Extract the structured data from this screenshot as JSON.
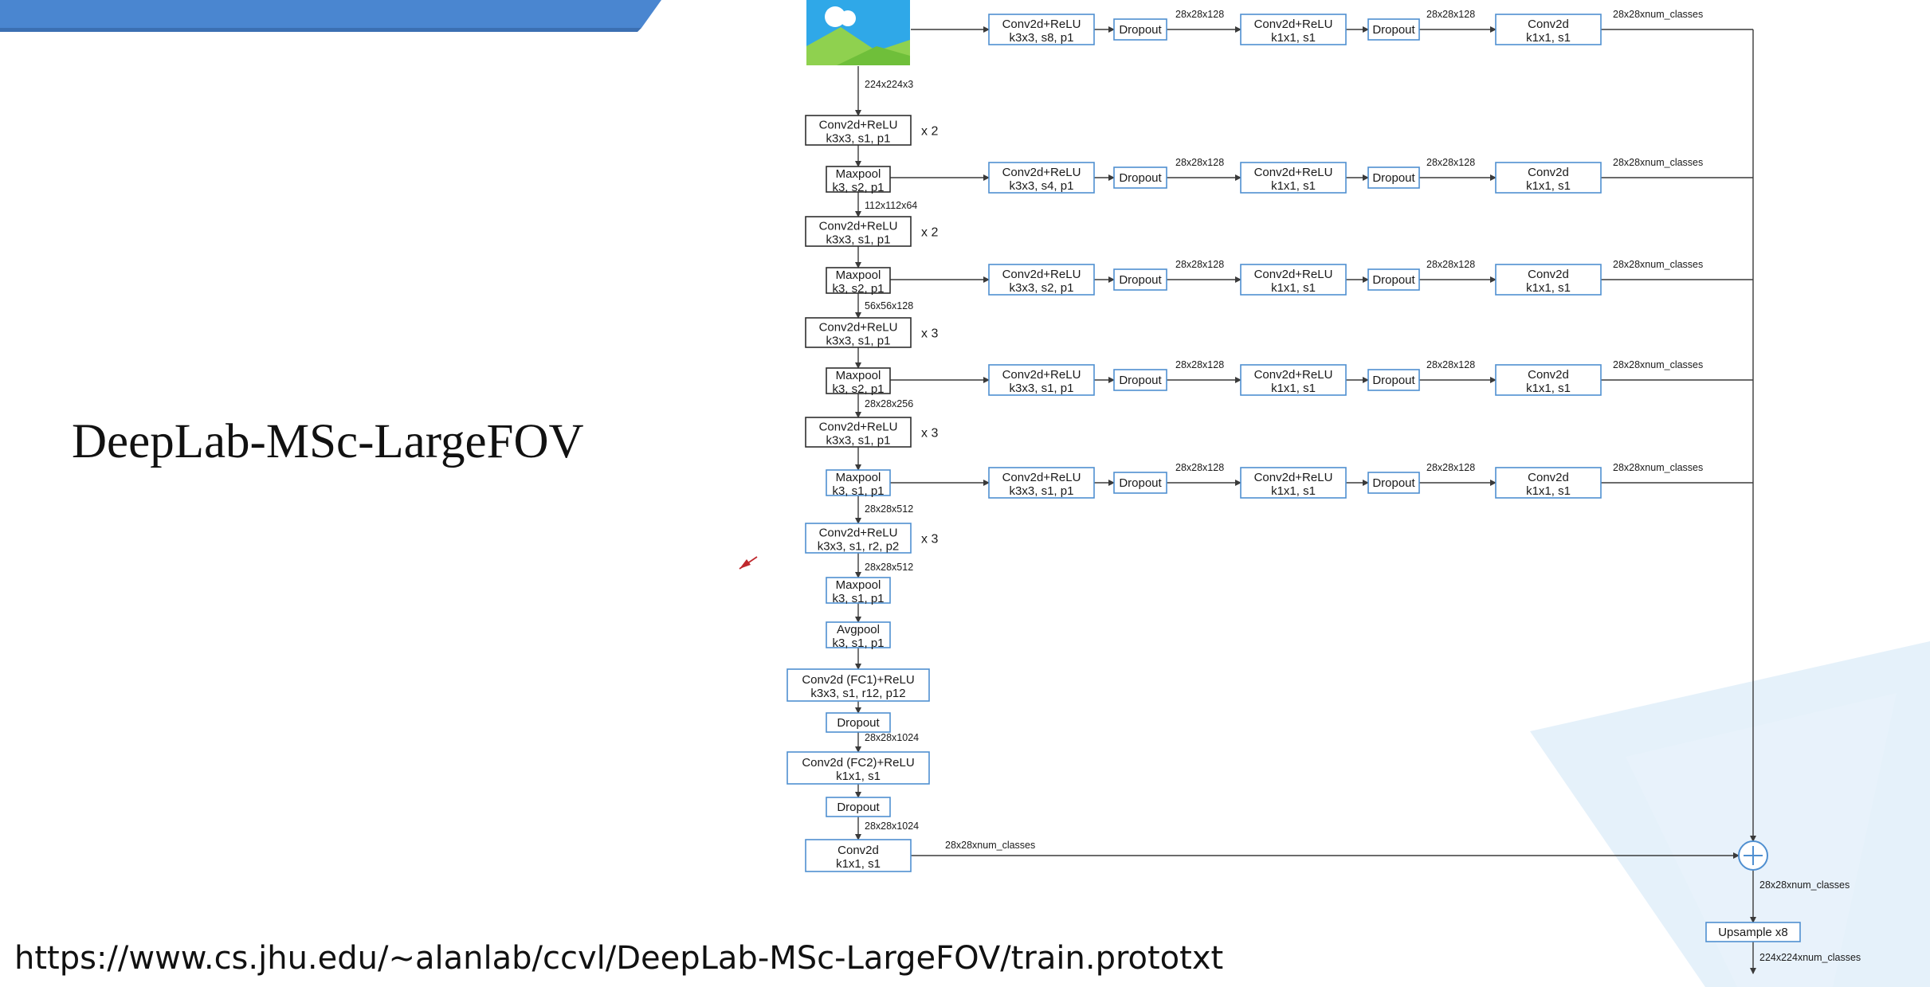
{
  "slide": {
    "title": "DeepLab-MSc-LargeFOV",
    "url": "https://www.cs.jhu.edu/~alanlab/ccvl/DeepLab-MSc-LargeFOV/train.prototxt"
  },
  "colors": {
    "accent_blue": "#4f8fd0",
    "banner_blue": "#4a86d0",
    "watermark_blue": "#dcecf8"
  },
  "diagram": {
    "image_icon": "image-icon",
    "main": [
      {
        "l1": "Conv2d+ReLU",
        "l2": "k3x3, s1, p1",
        "repeat": "x 2",
        "dim": "224x224x3"
      },
      {
        "l1": "Maxpool",
        "l2": "k3, s2, p1",
        "dim": "112x112x64"
      },
      {
        "l1": "Conv2d+ReLU",
        "l2": "k3x3, s1, p1",
        "repeat": "x 2"
      },
      {
        "l1": "Maxpool",
        "l2": "k3, s2, p1",
        "dim": "56x56x128"
      },
      {
        "l1": "Conv2d+ReLU",
        "l2": "k3x3, s1, p1",
        "repeat": "x 3"
      },
      {
        "l1": "Maxpool",
        "l2": "k3, s2, p1",
        "dim": "28x28x256"
      },
      {
        "l1": "Conv2d+ReLU",
        "l2": "k3x3, s1, p1",
        "repeat": "x 3"
      },
      {
        "l1": "Maxpool",
        "l2": "k3, s1, p1",
        "dim": "28x28x512"
      },
      {
        "l1": "Conv2d+ReLU",
        "l2": "k3x3, s1, r2, p2",
        "repeat": "x 3",
        "dim": "28x28x512"
      },
      {
        "l1": "Maxpool",
        "l2": "k3, s1, p1"
      },
      {
        "l1": "Avgpool",
        "l2": "k3, s1, p1"
      },
      {
        "l1": "Conv2d (FC1)+ReLU",
        "l2": "k3x3, s1, r12, p12"
      },
      {
        "l1": "Dropout",
        "dim": "28x28x1024"
      },
      {
        "l1": "Conv2d (FC2)+ReLU",
        "l2": "k1x1, s1"
      },
      {
        "l1": "Dropout",
        "dim": "28x28x1024"
      },
      {
        "l1": "Conv2d",
        "l2": "k1x1, s1",
        "out_dim": "28x28xnum_classes"
      }
    ],
    "branches": [
      {
        "conv1": {
          "l1": "Conv2d+ReLU",
          "l2": "k3x3, s8, p1"
        },
        "drop": "Dropout",
        "dim1": "28x28x128",
        "conv2": {
          "l1": "Conv2d+ReLU",
          "l2": "k1x1, s1"
        },
        "dim2": "28x28x128",
        "conv3": {
          "l1": "Conv2d",
          "l2": "k1x1, s1"
        },
        "out": "28x28xnum_classes"
      },
      {
        "conv1": {
          "l1": "Conv2d+ReLU",
          "l2": "k3x3, s4, p1"
        },
        "drop": "Dropout",
        "dim1": "28x28x128",
        "conv2": {
          "l1": "Conv2d+ReLU",
          "l2": "k1x1, s1"
        },
        "dim2": "28x28x128",
        "conv3": {
          "l1": "Conv2d",
          "l2": "k1x1, s1"
        },
        "out": "28x28xnum_classes"
      },
      {
        "conv1": {
          "l1": "Conv2d+ReLU",
          "l2": "k3x3, s2, p1"
        },
        "drop": "Dropout",
        "dim1": "28x28x128",
        "conv2": {
          "l1": "Conv2d+ReLU",
          "l2": "k1x1, s1"
        },
        "dim2": "28x28x128",
        "conv3": {
          "l1": "Conv2d",
          "l2": "k1x1, s1"
        },
        "out": "28x28xnum_classes"
      },
      {
        "conv1": {
          "l1": "Conv2d+ReLU",
          "l2": "k3x3, s1, p1"
        },
        "drop": "Dropout",
        "dim1": "28x28x128",
        "conv2": {
          "l1": "Conv2d+ReLU",
          "l2": "k1x1, s1"
        },
        "dim2": "28x28x128",
        "conv3": {
          "l1": "Conv2d",
          "l2": "k1x1, s1"
        },
        "out": "28x28xnum_classes"
      },
      {
        "conv1": {
          "l1": "Conv2d+ReLU",
          "l2": "k3x3, s1, p1"
        },
        "drop": "Dropout",
        "dim1": "28x28x128",
        "conv2": {
          "l1": "Conv2d+ReLU",
          "l2": "k1x1, s1"
        },
        "dim2": "28x28x128",
        "conv3": {
          "l1": "Conv2d",
          "l2": "k1x1, s1"
        },
        "out": "28x28xnum_classes"
      }
    ],
    "sum_out": "28x28xnum_classes",
    "upsample": "Upsample x8",
    "final_out": "224x224xnum_classes"
  }
}
